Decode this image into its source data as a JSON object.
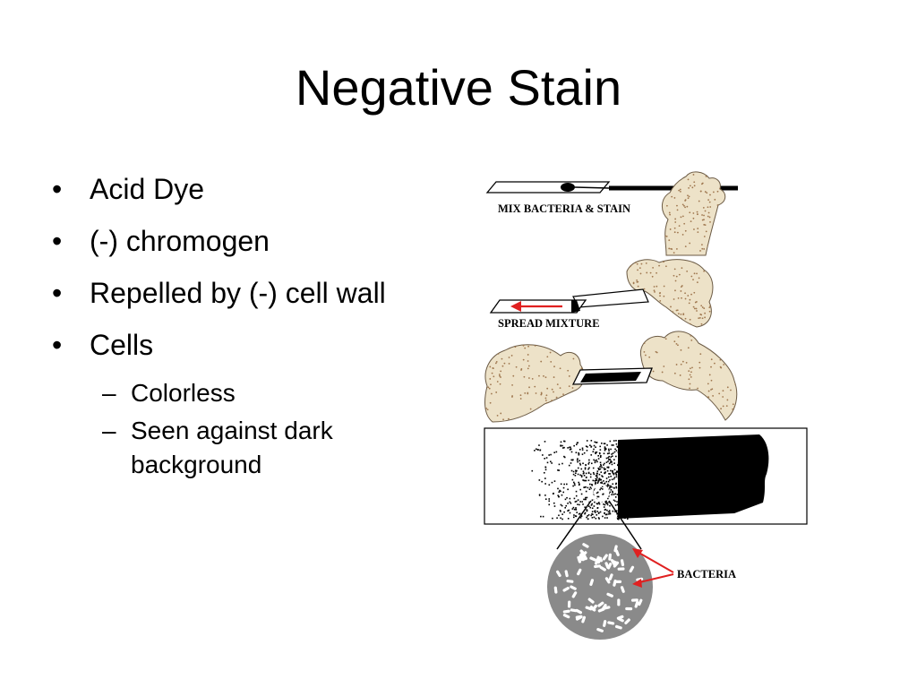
{
  "slide": {
    "title": "Negative Stain",
    "bullets": [
      {
        "marker": "•",
        "text": "Acid Dye"
      },
      {
        "marker": "•",
        "text": "(-) chromogen"
      },
      {
        "marker": "•",
        "text": "Repelled by (-) cell wall"
      },
      {
        "marker": "•",
        "text": "Cells"
      }
    ],
    "sub_bullets": [
      {
        "marker": "–",
        "text": "Colorless"
      },
      {
        "marker": "–",
        "text": "Seen against dark background"
      }
    ]
  },
  "diagram": {
    "step1_label": "MIX BACTERIA & STAIN",
    "step2_label": "SPREAD MIXTURE",
    "callout_label": "BACTERIA",
    "colors": {
      "hand": "#ede2c8",
      "hand_speckle": "#a07850",
      "stain": "#000000",
      "bacteria_field": "#8a8a8a",
      "bacteria": "#ffffff",
      "arrow": "#e02020"
    }
  }
}
